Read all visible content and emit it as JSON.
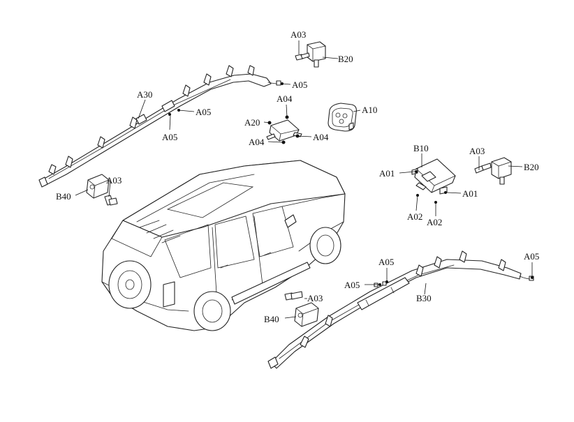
{
  "colors": {
    "line": "#222222",
    "background": "#ffffff"
  },
  "labels": {
    "a03_top": "A03",
    "b20_top": "B20",
    "a05_curtain_left_end": "A05",
    "a30": "A30",
    "a05_curtain_left_mid": "A05",
    "a05_curtain_left_low": "A05",
    "a04_top": "A04",
    "a20": "A20",
    "a04_left": "A04",
    "a04_right": "A04",
    "a10": "A10",
    "b10": "B10",
    "a01_left": "A01",
    "a01_right": "A01",
    "a02_left": "A02",
    "a02_right": "A02",
    "a03_right": "A03",
    "b20_right": "B20",
    "a03_left": "A03",
    "b40_left": "B40",
    "a05_curtain_right_top": "A05",
    "a05_curtain_right_left": "A05",
    "a05_curtain_right_end": "A05",
    "b30": "B30",
    "a03_bottom": "A03",
    "b40_bottom": "B40"
  }
}
